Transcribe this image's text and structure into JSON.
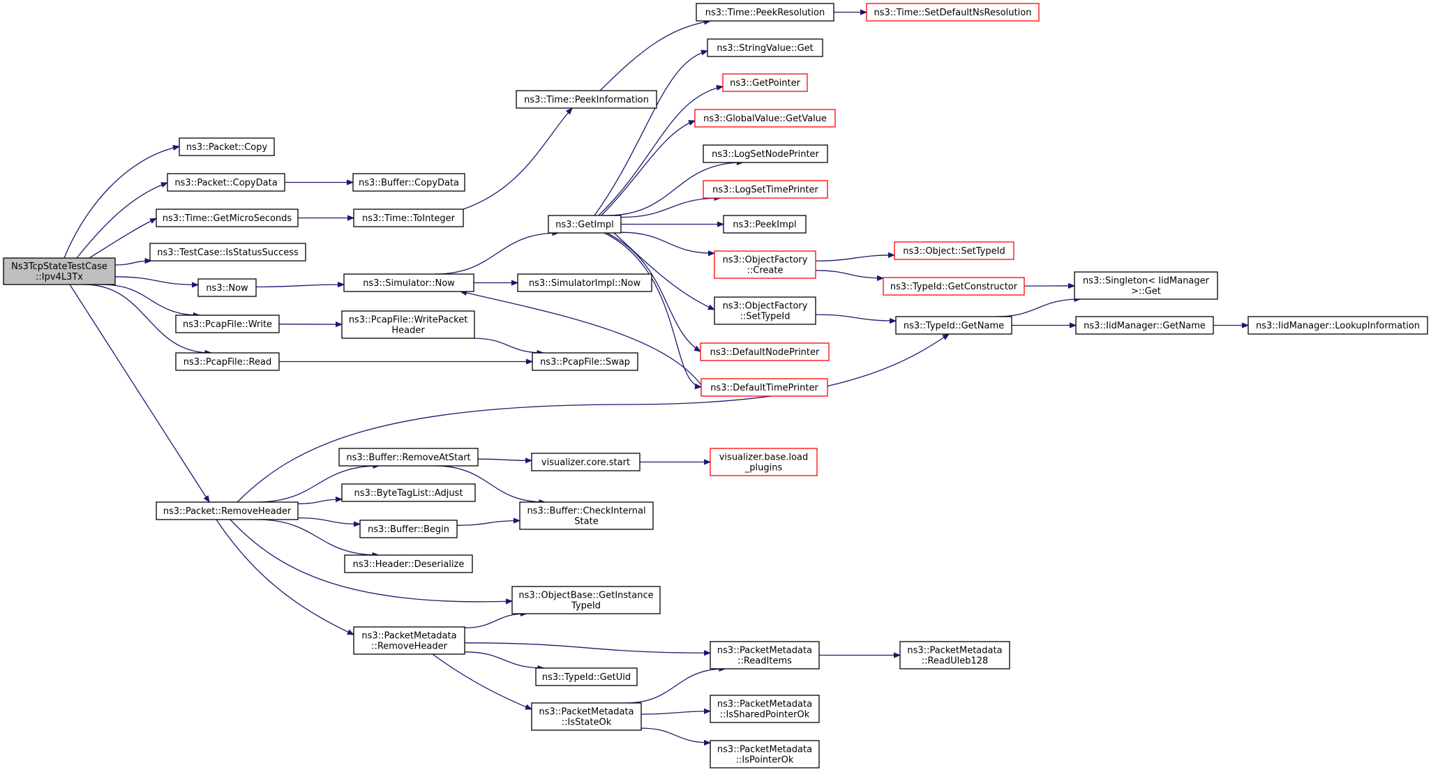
{
  "colors": {
    "edge": "#191970",
    "border_normal": "#000000",
    "border_truncated": "#ff0000",
    "root_fill": "#bfbfbf"
  },
  "nodes": [
    {
      "id": "root",
      "lines": [
        "Ns3TcpStateTestCase",
        "::Ipv4L3Tx"
      ],
      "style": "root"
    },
    {
      "id": "packet_copy",
      "lines": [
        "ns3::Packet::Copy"
      ],
      "style": "normal"
    },
    {
      "id": "packet_copydata",
      "lines": [
        "ns3::Packet::CopyData"
      ],
      "style": "normal"
    },
    {
      "id": "time_getmicro",
      "lines": [
        "ns3::Time::GetMicroSeconds"
      ],
      "style": "normal"
    },
    {
      "id": "testcase_isstatus",
      "lines": [
        "ns3::TestCase::IsStatusSuccess"
      ],
      "style": "normal"
    },
    {
      "id": "now",
      "lines": [
        "ns3::Now"
      ],
      "style": "normal"
    },
    {
      "id": "pcap_write",
      "lines": [
        "ns3::PcapFile::Write"
      ],
      "style": "normal"
    },
    {
      "id": "pcap_read",
      "lines": [
        "ns3::PcapFile::Read"
      ],
      "style": "normal"
    },
    {
      "id": "packet_removeheader",
      "lines": [
        "ns3::Packet::RemoveHeader"
      ],
      "style": "normal"
    },
    {
      "id": "buffer_copydata",
      "lines": [
        "ns3::Buffer::CopyData"
      ],
      "style": "normal"
    },
    {
      "id": "time_tointeger",
      "lines": [
        "ns3::Time::ToInteger"
      ],
      "style": "normal"
    },
    {
      "id": "simulator_now",
      "lines": [
        "ns3::Simulator::Now"
      ],
      "style": "normal"
    },
    {
      "id": "pcap_writeheader",
      "lines": [
        "ns3::PcapFile::WritePacket",
        "Header"
      ],
      "style": "normal"
    },
    {
      "id": "pcap_swap",
      "lines": [
        "ns3::PcapFile::Swap"
      ],
      "style": "normal"
    },
    {
      "id": "time_peekinfo",
      "lines": [
        "ns3::Time::PeekInformation"
      ],
      "style": "normal"
    },
    {
      "id": "getimpl",
      "lines": [
        "ns3::GetImpl"
      ],
      "style": "normal"
    },
    {
      "id": "simimpl_now",
      "lines": [
        "ns3::SimulatorImpl::Now"
      ],
      "style": "normal"
    },
    {
      "id": "time_peekres",
      "lines": [
        "ns3::Time::PeekResolution"
      ],
      "style": "normal"
    },
    {
      "id": "time_setdefault",
      "lines": [
        "ns3::Time::SetDefaultNsResolution"
      ],
      "style": "truncated"
    },
    {
      "id": "stringvalue_get",
      "lines": [
        "ns3::StringValue::Get"
      ],
      "style": "normal"
    },
    {
      "id": "getpointer",
      "lines": [
        "ns3::GetPointer"
      ],
      "style": "truncated"
    },
    {
      "id": "globalvalue_get",
      "lines": [
        "ns3::GlobalValue::GetValue"
      ],
      "style": "truncated"
    },
    {
      "id": "logsetnode",
      "lines": [
        "ns3::LogSetNodePrinter"
      ],
      "style": "normal"
    },
    {
      "id": "logsettime",
      "lines": [
        "ns3::LogSetTimePrinter"
      ],
      "style": "truncated"
    },
    {
      "id": "peekimpl",
      "lines": [
        "ns3::PeekImpl"
      ],
      "style": "normal"
    },
    {
      "id": "objfactory_create",
      "lines": [
        "ns3::ObjectFactory",
        "::Create"
      ],
      "style": "truncated"
    },
    {
      "id": "objfactory_settypeid",
      "lines": [
        "ns3::ObjectFactory",
        "::SetTypeId"
      ],
      "style": "normal"
    },
    {
      "id": "defaultnodeprinter",
      "lines": [
        "ns3::DefaultNodePrinter"
      ],
      "style": "truncated"
    },
    {
      "id": "defaulttimeprinter",
      "lines": [
        "ns3::DefaultTimePrinter"
      ],
      "style": "truncated"
    },
    {
      "id": "object_settypeid",
      "lines": [
        "ns3::Object::SetTypeId"
      ],
      "style": "truncated"
    },
    {
      "id": "typeid_getconstructor",
      "lines": [
        "ns3::TypeId::GetConstructor"
      ],
      "style": "truncated"
    },
    {
      "id": "typeid_getname",
      "lines": [
        "ns3::TypeId::GetName"
      ],
      "style": "normal"
    },
    {
      "id": "singleton_get",
      "lines": [
        "ns3::Singleton< IidManager",
        " >::Get"
      ],
      "style": "normal"
    },
    {
      "id": "iidmanager_getname",
      "lines": [
        "ns3::IidManager::GetName"
      ],
      "style": "normal"
    },
    {
      "id": "iidmanager_lookup",
      "lines": [
        "ns3::IidManager::LookupInformation"
      ],
      "style": "normal"
    },
    {
      "id": "buffer_removeatstart",
      "lines": [
        "ns3::Buffer::RemoveAtStart"
      ],
      "style": "normal"
    },
    {
      "id": "bytetaglist_adjust",
      "lines": [
        "ns3::ByteTagList::Adjust"
      ],
      "style": "normal"
    },
    {
      "id": "buffer_begin",
      "lines": [
        "ns3::Buffer::Begin"
      ],
      "style": "normal"
    },
    {
      "id": "header_deserialize",
      "lines": [
        "ns3::Header::Deserialize"
      ],
      "style": "normal"
    },
    {
      "id": "objectbase_getinstance",
      "lines": [
        "ns3::ObjectBase::GetInstance",
        "TypeId"
      ],
      "style": "normal"
    },
    {
      "id": "pktmeta_removeheader",
      "lines": [
        "ns3::PacketMetadata",
        "::RemoveHeader"
      ],
      "style": "normal"
    },
    {
      "id": "visualizer_start",
      "lines": [
        "visualizer.core.start"
      ],
      "style": "normal"
    },
    {
      "id": "buffer_checkinternal",
      "lines": [
        "ns3::Buffer::CheckInternal",
        "State"
      ],
      "style": "normal"
    },
    {
      "id": "visualizer_load",
      "lines": [
        "visualizer.base.load",
        "_plugins"
      ],
      "style": "truncated"
    },
    {
      "id": "typeid_getuid",
      "lines": [
        "ns3::TypeId::GetUid"
      ],
      "style": "normal"
    },
    {
      "id": "pktmeta_isstateok",
      "lines": [
        "ns3::PacketMetadata",
        "::IsStateOk"
      ],
      "style": "normal"
    },
    {
      "id": "pktmeta_readitems",
      "lines": [
        "ns3::PacketMetadata",
        "::ReadItems"
      ],
      "style": "normal"
    },
    {
      "id": "pktmeta_issharedptr",
      "lines": [
        "ns3::PacketMetadata",
        "::IsSharedPointerOk"
      ],
      "style": "normal"
    },
    {
      "id": "pktmeta_isptr",
      "lines": [
        "ns3::PacketMetadata",
        "::IsPointerOk"
      ],
      "style": "normal"
    },
    {
      "id": "pktmeta_readuleb",
      "lines": [
        "ns3::PacketMetadata",
        "::ReadUleb128"
      ],
      "style": "normal"
    }
  ],
  "edges": [
    [
      "root",
      "packet_copy"
    ],
    [
      "root",
      "packet_copydata"
    ],
    [
      "root",
      "time_getmicro"
    ],
    [
      "root",
      "testcase_isstatus"
    ],
    [
      "root",
      "now"
    ],
    [
      "root",
      "pcap_write"
    ],
    [
      "root",
      "pcap_read"
    ],
    [
      "root",
      "packet_removeheader"
    ],
    [
      "packet_copydata",
      "buffer_copydata"
    ],
    [
      "time_getmicro",
      "time_tointeger"
    ],
    [
      "now",
      "simulator_now"
    ],
    [
      "pcap_write",
      "pcap_writeheader"
    ],
    [
      "pcap_writeheader",
      "pcap_swap"
    ],
    [
      "pcap_read",
      "pcap_swap"
    ],
    [
      "time_tointeger",
      "time_peekinfo"
    ],
    [
      "time_peekinfo",
      "time_peekres"
    ],
    [
      "time_peekres",
      "time_setdefault"
    ],
    [
      "simulator_now",
      "getimpl"
    ],
    [
      "simulator_now",
      "simimpl_now"
    ],
    [
      "getimpl",
      "stringvalue_get"
    ],
    [
      "getimpl",
      "getpointer"
    ],
    [
      "getimpl",
      "globalvalue_get"
    ],
    [
      "getimpl",
      "logsetnode"
    ],
    [
      "getimpl",
      "logsettime"
    ],
    [
      "getimpl",
      "peekimpl"
    ],
    [
      "getimpl",
      "objfactory_create"
    ],
    [
      "getimpl",
      "objfactory_settypeid"
    ],
    [
      "getimpl",
      "defaultnodeprinter"
    ],
    [
      "getimpl",
      "defaulttimeprinter"
    ],
    [
      "defaulttimeprinter",
      "simulator_now"
    ],
    [
      "objfactory_create",
      "object_settypeid"
    ],
    [
      "objfactory_create",
      "typeid_getconstructor"
    ],
    [
      "objfactory_settypeid",
      "typeid_getname"
    ],
    [
      "typeid_getconstructor",
      "singleton_get"
    ],
    [
      "typeid_getname",
      "singleton_get"
    ],
    [
      "typeid_getname",
      "iidmanager_getname"
    ],
    [
      "iidmanager_getname",
      "iidmanager_lookup"
    ],
    [
      "packet_removeheader",
      "typeid_getname"
    ],
    [
      "packet_removeheader",
      "buffer_removeatstart"
    ],
    [
      "packet_removeheader",
      "bytetaglist_adjust"
    ],
    [
      "packet_removeheader",
      "buffer_begin"
    ],
    [
      "packet_removeheader",
      "header_deserialize"
    ],
    [
      "packet_removeheader",
      "objectbase_getinstance"
    ],
    [
      "packet_removeheader",
      "pktmeta_removeheader"
    ],
    [
      "buffer_removeatstart",
      "visualizer_start"
    ],
    [
      "buffer_removeatstart",
      "buffer_checkinternal"
    ],
    [
      "buffer_begin",
      "buffer_checkinternal"
    ],
    [
      "visualizer_start",
      "visualizer_load"
    ],
    [
      "pktmeta_removeheader",
      "objectbase_getinstance"
    ],
    [
      "pktmeta_removeheader",
      "pktmeta_readitems"
    ],
    [
      "pktmeta_removeheader",
      "typeid_getuid"
    ],
    [
      "pktmeta_removeheader",
      "pktmeta_isstateok"
    ],
    [
      "pktmeta_isstateok",
      "pktmeta_readitems"
    ],
    [
      "pktmeta_isstateok",
      "pktmeta_issharedptr"
    ],
    [
      "pktmeta_isstateok",
      "pktmeta_isptr"
    ],
    [
      "pktmeta_readitems",
      "pktmeta_readuleb"
    ]
  ]
}
